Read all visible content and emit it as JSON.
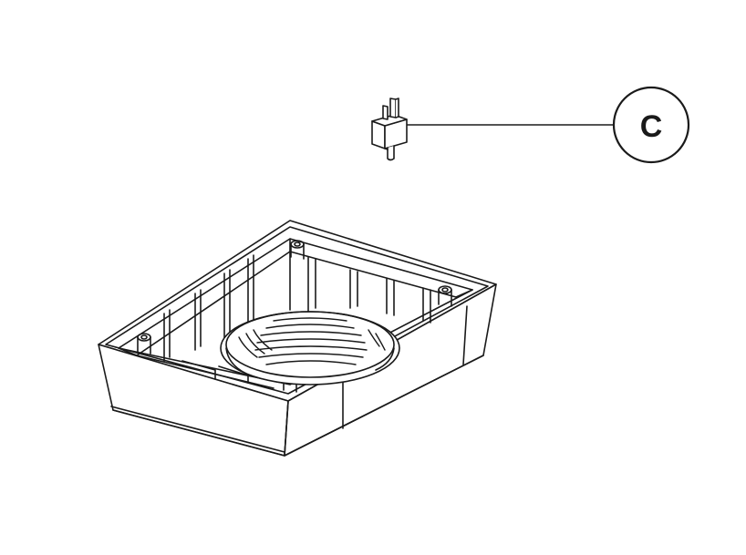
{
  "callouts": [
    {
      "id": "c",
      "label": "C",
      "target": "connector-part"
    }
  ],
  "colors": {
    "stroke": "#1a1a1a",
    "background": "#ffffff"
  }
}
